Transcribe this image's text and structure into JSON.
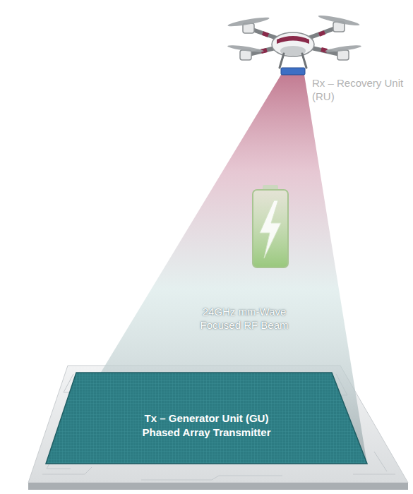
{
  "diagram": {
    "nodes": [
      {
        "text": [
          "Tx – Generator Unit (GU) Phased Array Transmitter"
        ]
      }
    ],
    "labels": [
      "Rx – Recovery Unit (RU)",
      "24GHz mm-Wave Focused RF Beam"
    ]
  }
}
